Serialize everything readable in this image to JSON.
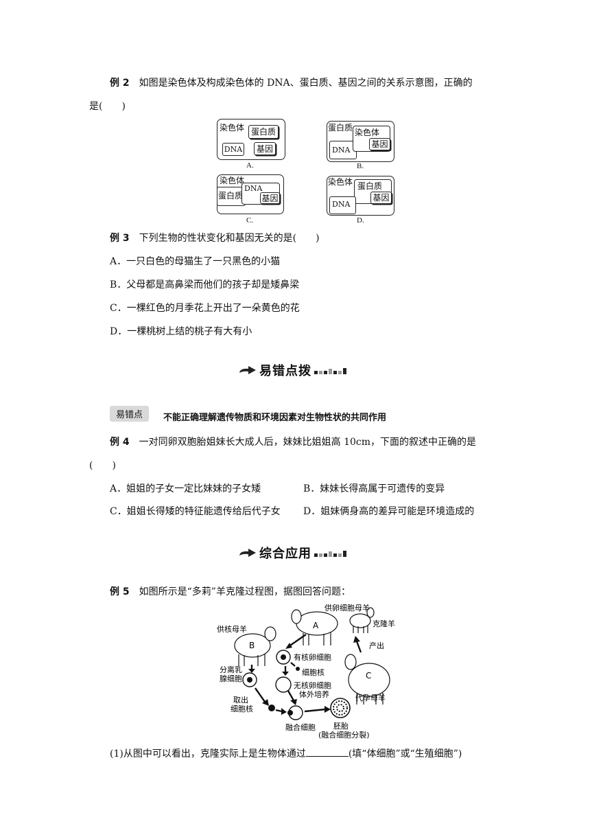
{
  "ex2": {
    "label": "例 2",
    "line1": "如图是染色体及构成染色体的 DNA、蛋白质、基因之间的关系示意图，正确的",
    "line2": "是(　　)",
    "diagrams": {
      "chromosome": "染色体",
      "protein": "蛋白质",
      "dna": "DNA",
      "gene": "基因",
      "cap_a": "A.",
      "cap_b": "B.",
      "cap_c": "C.",
      "cap_d": "D."
    }
  },
  "ex3": {
    "label": "例 3",
    "question": "下列生物的性状变化和基因无关的是(　　)",
    "options": [
      "A．一只白色的母猫生了一只黑色的小猫",
      "B．父母都是高鼻梁而他们的孩子却是矮鼻梁",
      "C．一棵红色的月季花上开出了一朵黄色的花",
      "D．一棵桃树上结的桃子有大有小"
    ]
  },
  "banner1": {
    "title": "易错点拨"
  },
  "tag": {
    "label": "易错点",
    "desc": "不能正确理解遗传物质和环境因素对生物性状的共同作用"
  },
  "ex4": {
    "label": "例 4",
    "line1": "一对同卵双胞胎姐妹长大成人后，妹妹比姐姐高 10cm，下面的叙述中正确的是",
    "line2": "(　　)",
    "options": [
      "A．姐姐的子女一定比妹妹的子女矮",
      "B．妹妹长得高属于可遗传的变异",
      "C．姐姐长得矮的特征能遗传给后代子女",
      "D．姐妹俩身高的差异可能是环境造成的"
    ]
  },
  "banner2": {
    "title": "综合应用"
  },
  "ex5": {
    "label": "例 5",
    "question": "如图所示是“多莉”羊克隆过程图，据图回答问题：",
    "figure": {
      "egg_donor": "供卵细胞母羊",
      "label_a": "A",
      "clone": "克隆羊",
      "nucleus_donor": "供核母羊",
      "label_b": "B",
      "produce": "产出",
      "nucleated_egg": "有核卵细胞",
      "mammary_1": "分离乳",
      "mammary_2": "腺细胞",
      "cell_nucleus": "细胞核",
      "label_c": "C",
      "enucleated_egg": "无核卵细胞",
      "take_1": "取出",
      "take_2": "细胞核",
      "culture": "体外培养",
      "surrogate": "代孕母羊",
      "fused_cell": "融合细胞",
      "embryo": "胚胎",
      "embryo_note": "(融合细胞分裂)"
    },
    "q1_pre": "(1)从图中可以看出，克隆实际上是生物体通过",
    "q1_post": "(填“体细胞”或“生殖细胞”)"
  }
}
